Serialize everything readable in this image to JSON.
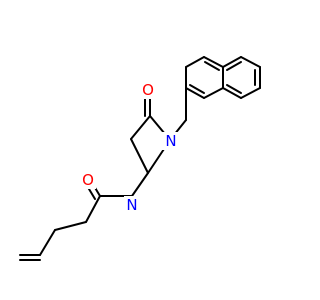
{
  "molecule": {
    "atoms": [
      {
        "id": "O1",
        "symbol": "O",
        "color": "#ff0000"
      },
      {
        "id": "N1",
        "symbol": "N",
        "color": "#0000ff"
      },
      {
        "id": "O2",
        "symbol": "O",
        "color": "#ff0000"
      },
      {
        "id": "N2",
        "symbol": "N",
        "color": "#0000ff"
      }
    ],
    "bond_color": "#000000"
  }
}
